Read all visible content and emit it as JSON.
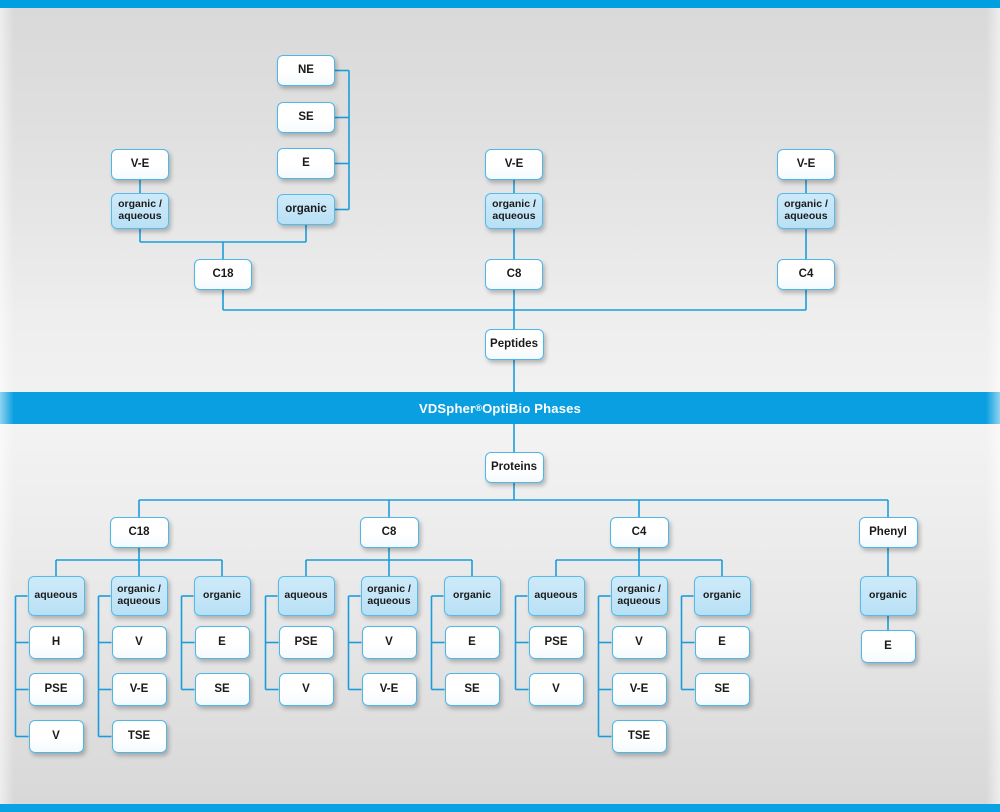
{
  "banner": {
    "text_main": "VDSpher",
    "reg": "®",
    "text_tail": " OptiBio Phases"
  },
  "roots": {
    "peptides": "Peptides",
    "proteins": "Proteins"
  },
  "peptides_section": {
    "columns": [
      {
        "base": "C18",
        "modifiers": [
          {
            "label": "V-E",
            "tint": false
          },
          {
            "label": "organic /\naqueous",
            "tint": true
          }
        ],
        "branch_group": {
          "items": [
            {
              "label": "NE",
              "tint": false
            },
            {
              "label": "SE",
              "tint": false
            },
            {
              "label": "E",
              "tint": false
            },
            {
              "label": "organic",
              "tint": true
            }
          ]
        }
      },
      {
        "base": "C8",
        "modifiers": [
          {
            "label": "V-E",
            "tint": false
          },
          {
            "label": "organic /\naqueous",
            "tint": true
          }
        ]
      },
      {
        "base": "C4",
        "modifiers": [
          {
            "label": "V-E",
            "tint": false
          },
          {
            "label": "organic /\naqueous",
            "tint": true
          }
        ]
      }
    ]
  },
  "proteins_section": {
    "groups": [
      {
        "base": "C18",
        "categories": [
          {
            "label": "aqueous",
            "children": [
              "H",
              "PSE",
              "V"
            ]
          },
          {
            "label": "organic /\naqueous",
            "children": [
              "V",
              "V-E",
              "TSE"
            ]
          },
          {
            "label": "organic",
            "children": [
              "E",
              "SE"
            ]
          }
        ]
      },
      {
        "base": "C8",
        "categories": [
          {
            "label": "aqueous",
            "children": [
              "PSE",
              "V"
            ]
          },
          {
            "label": "organic /\naqueous",
            "children": [
              "V",
              "V-E"
            ]
          },
          {
            "label": "organic",
            "children": [
              "E",
              "SE"
            ]
          }
        ]
      },
      {
        "base": "C4",
        "categories": [
          {
            "label": "aqueous",
            "children": [
              "PSE",
              "V"
            ]
          },
          {
            "label": "organic /\naqueous",
            "children": [
              "V",
              "V-E",
              "TSE"
            ]
          },
          {
            "label": "organic",
            "children": [
              "E",
              "SE"
            ]
          }
        ]
      },
      {
        "base": "Phenyl",
        "categories": [
          {
            "label": "organic",
            "children": [
              "E"
            ]
          }
        ]
      }
    ]
  },
  "colors": {
    "accent": "#00a0e0",
    "line": "#1b9ddb",
    "node_border": "#4fb7e8",
    "node_fill": "#ffffff",
    "node_tint_fill": "#c3e5f7",
    "banner_bg": "#0a9fe0",
    "banner_text": "#ffffff"
  }
}
